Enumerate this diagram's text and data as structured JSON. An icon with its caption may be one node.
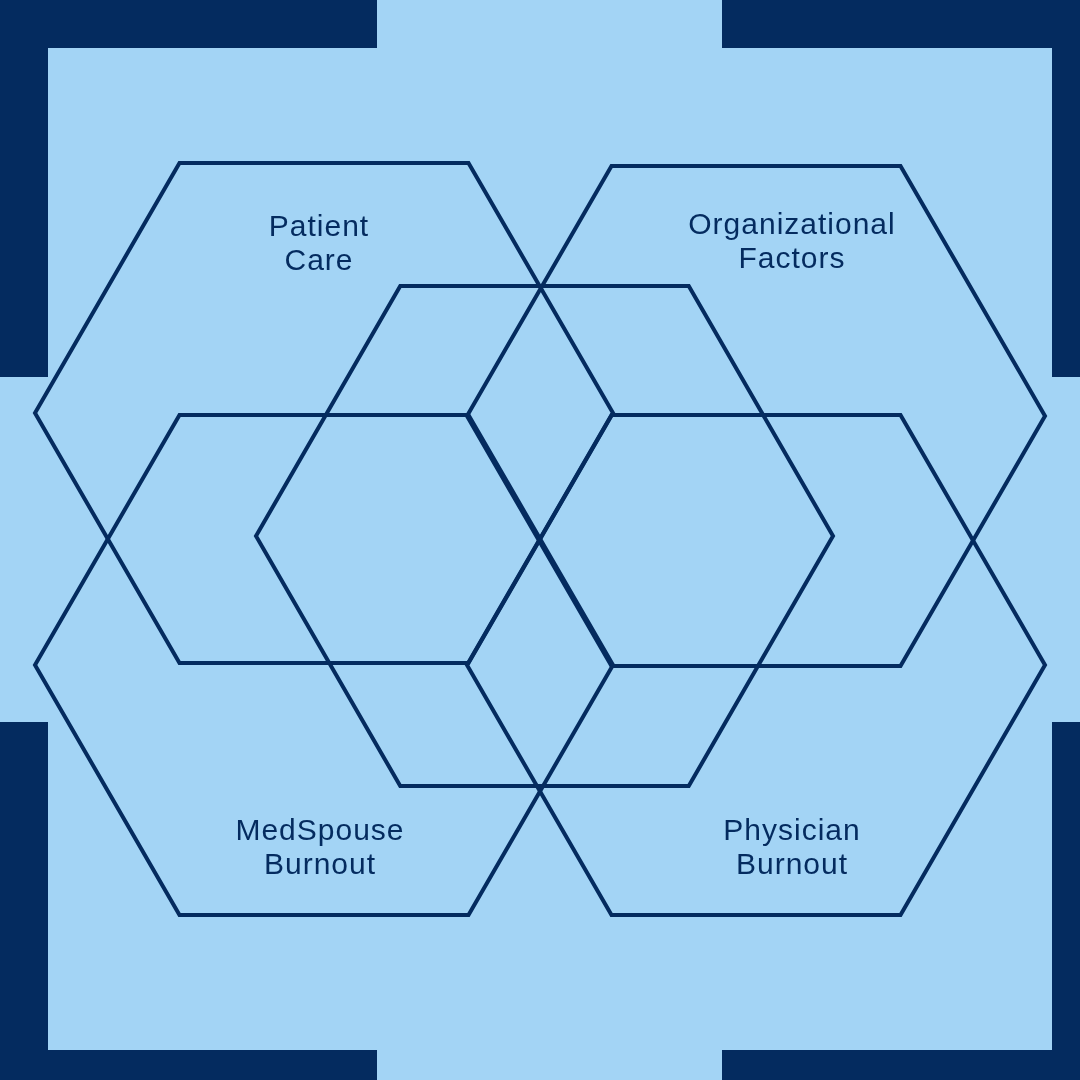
{
  "diagram": {
    "nodes": [
      {
        "text": [
          "Patient Care"
        ]
      },
      {
        "text": [
          "Organizational Factors"
        ]
      },
      {
        "text": [],
        "shape": "hexagon"
      },
      {
        "text": [
          "MedSpouse Burnout"
        ]
      },
      {
        "text": [
          "Physician Burnout"
        ]
      }
    ]
  }
}
